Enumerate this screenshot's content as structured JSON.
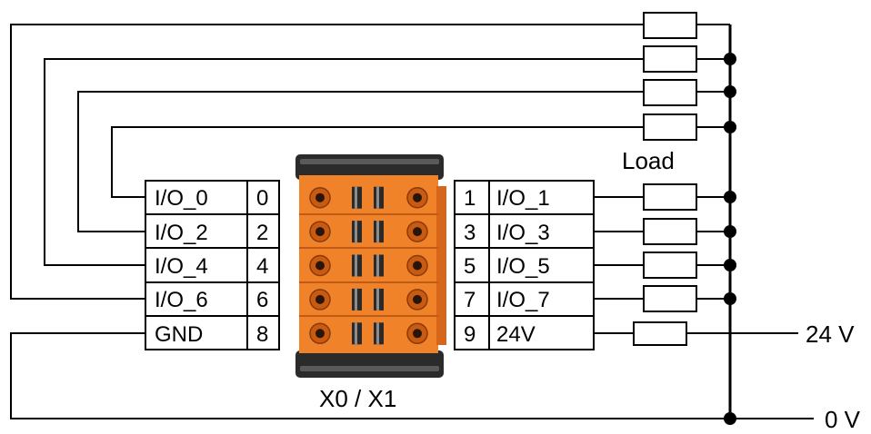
{
  "left_terminals": [
    {
      "signal": "I/O_0",
      "pin": "0"
    },
    {
      "signal": "I/O_2",
      "pin": "2"
    },
    {
      "signal": "I/O_4",
      "pin": "4"
    },
    {
      "signal": "I/O_6",
      "pin": "6"
    },
    {
      "signal": "GND",
      "pin": "8"
    }
  ],
  "right_terminals": [
    {
      "pin": "1",
      "signal": "I/O_1"
    },
    {
      "pin": "3",
      "signal": "I/O_3"
    },
    {
      "pin": "5",
      "signal": "I/O_5"
    },
    {
      "pin": "7",
      "signal": "I/O_7"
    },
    {
      "pin": "9",
      "signal": "24V"
    }
  ],
  "load_label": "Load",
  "connector_label": "X0 / X1",
  "supply_24v_label": "24 V",
  "supply_0v_label": "0 V",
  "colors": {
    "connector_body": "#f0822a",
    "connector_shade": "#d8661a",
    "connector_end": "#2b2b2b",
    "wire": "#000000"
  }
}
